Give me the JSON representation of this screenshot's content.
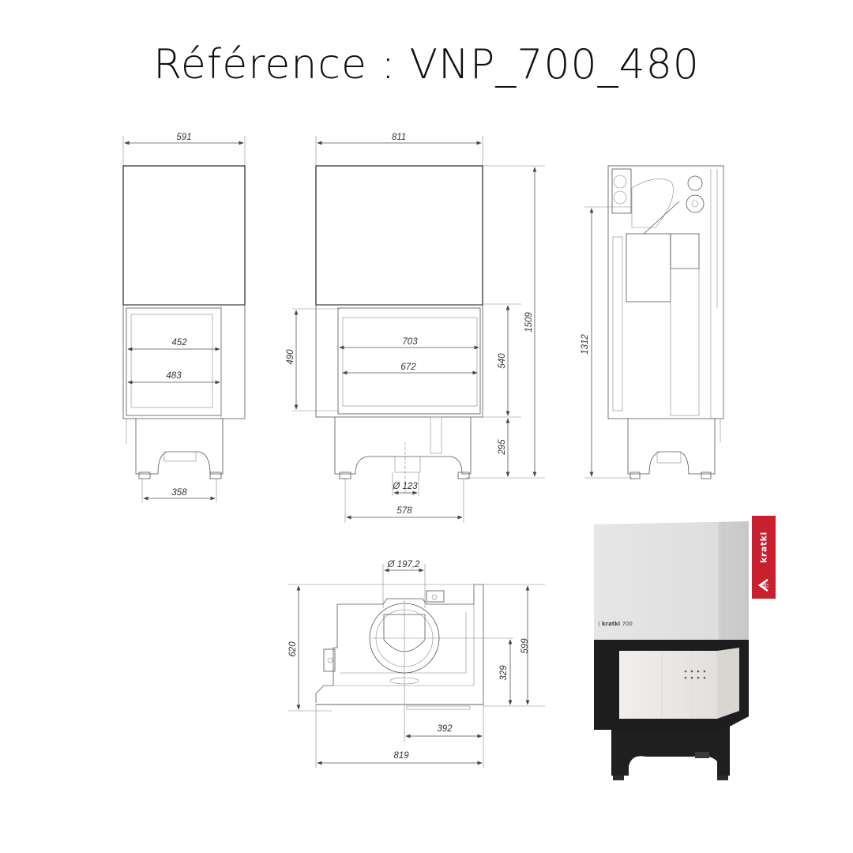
{
  "title": "Référence : VNP_700_480",
  "views": {
    "side_view": {
      "width_top": "591",
      "glass_width_inner": "452",
      "glass_width_outer": "483",
      "feet_spacing": "358"
    },
    "front_view": {
      "width_top": "811",
      "glass_width_inner": "703",
      "glass_width_outer": "672",
      "glass_height": "490",
      "door_height": "540",
      "base_height": "295",
      "total_height": "1509",
      "flue_diameter": "Ø 123",
      "feet_spacing": "578"
    },
    "section_view": {
      "height_to_outlet": "1312"
    },
    "top_view": {
      "outlet_diameter": "Ø 197,2",
      "depth_total": "620",
      "depth_body": "599",
      "outlet_offset_y": "329",
      "outlet_offset_x": "392",
      "width_total": "819"
    }
  },
  "product_photo": {
    "brand": "kratki",
    "front_label_brand": "kratki",
    "front_label_model": "700",
    "tag_color": "#c8202f"
  }
}
